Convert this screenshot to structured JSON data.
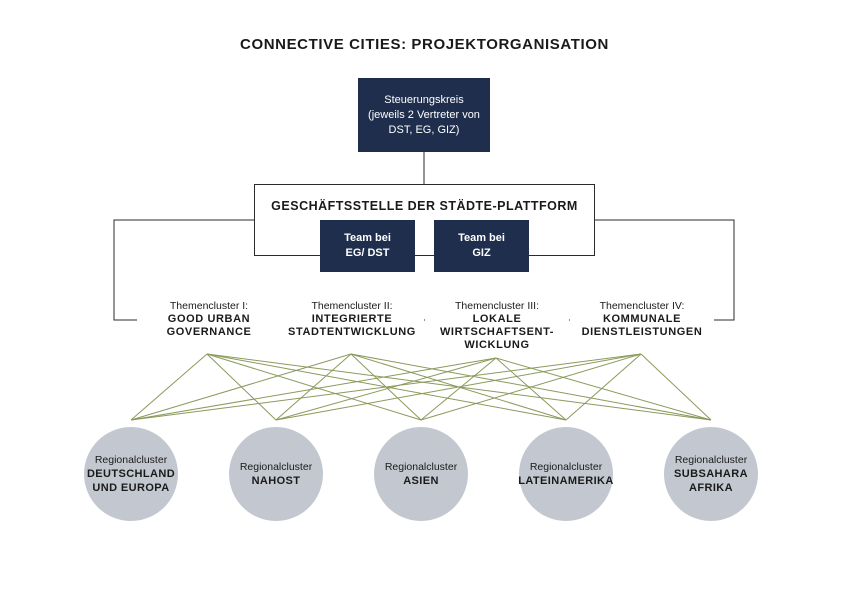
{
  "title": "CONNECTIVE CITIES: PROJEKTORGANISATION",
  "steering": {
    "lines": [
      "Steuerungskreis",
      "(jeweils 2 Vertreter von",
      "DST, EG, GIZ)"
    ]
  },
  "office": {
    "title": "GESCHÄFTSSTELLE DER STÄDTE-PLATTFORM",
    "teams": [
      {
        "line1": "Team bei",
        "line2": "EG/ DST"
      },
      {
        "line1": "Team bei",
        "line2": "GIZ"
      }
    ]
  },
  "themes": [
    {
      "sub": "Themencluster I:",
      "main": [
        "GOOD URBAN",
        "GOVERNANCE"
      ]
    },
    {
      "sub": "Themencluster II:",
      "main": [
        "INTEGRIERTE",
        "STADTENTWICKLUNG"
      ]
    },
    {
      "sub": "Themencluster III:",
      "main": [
        "LOKALE",
        "WIRTSCHAFTSENT-",
        "WICKLUNG"
      ]
    },
    {
      "sub": "Themencluster IV:",
      "main": [
        "KOMMUNALE",
        "DIENSTLEISTUNGEN"
      ]
    }
  ],
  "regions": [
    {
      "sub": "Regionalcluster",
      "main": [
        "DEUTSCHLAND",
        "UND EUROPA"
      ]
    },
    {
      "sub": "Regionalcluster",
      "main": [
        "NAHOST"
      ]
    },
    {
      "sub": "Regionalcluster",
      "main": [
        "ASIEN"
      ]
    },
    {
      "sub": "Regionalcluster",
      "main": [
        "LATEINAMERIKA"
      ]
    },
    {
      "sub": "Regionalcluster",
      "main": [
        "SUBSAHARA",
        "AFRIKA"
      ]
    }
  ],
  "colors": {
    "navy": "#1f2e4d",
    "circle": "#c3c8d0",
    "connector": "#8a9a5b",
    "outline": "#2b2b2b"
  }
}
